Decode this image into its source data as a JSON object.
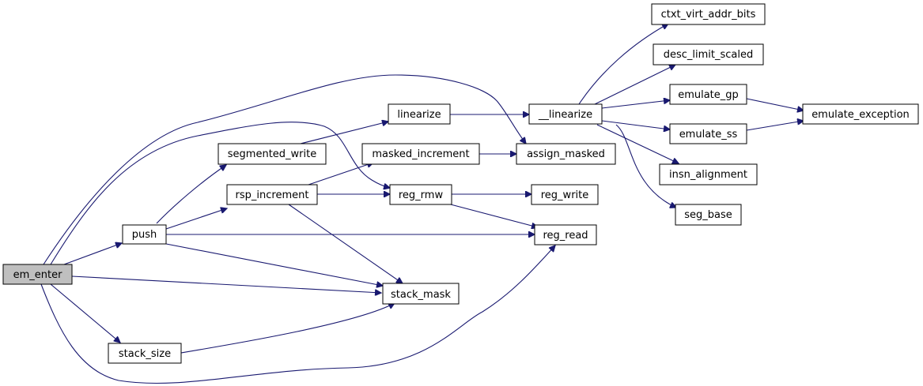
{
  "diagram": {
    "nodes": {
      "em_enter": "em_enter",
      "push": "push",
      "stack_size": "stack_size",
      "segmented_write": "segmented_write",
      "rsp_increment": "rsp_increment",
      "stack_mask": "stack_mask",
      "linearize": "linearize",
      "masked_increment": "masked_increment",
      "reg_rmw": "reg_rmw",
      "__linearize": "__linearize",
      "assign_masked": "assign_masked",
      "reg_write": "reg_write",
      "reg_read": "reg_read",
      "ctxt_virt_addr_bits": "ctxt_virt_addr_bits",
      "desc_limit_scaled": "desc_limit_scaled",
      "emulate_gp": "emulate_gp",
      "emulate_ss": "emulate_ss",
      "insn_alignment": "insn_alignment",
      "seg_base": "seg_base",
      "emulate_exception": "emulate_exception"
    },
    "edges": [
      [
        "em_enter",
        "push"
      ],
      [
        "em_enter",
        "stack_mask"
      ],
      [
        "em_enter",
        "stack_size"
      ],
      [
        "em_enter",
        "assign_masked"
      ],
      [
        "em_enter",
        "reg_rmw"
      ],
      [
        "em_enter",
        "reg_read"
      ],
      [
        "push",
        "segmented_write"
      ],
      [
        "push",
        "rsp_increment"
      ],
      [
        "push",
        "reg_read"
      ],
      [
        "push",
        "stack_mask"
      ],
      [
        "stack_size",
        "stack_mask"
      ],
      [
        "segmented_write",
        "linearize"
      ],
      [
        "rsp_increment",
        "masked_increment"
      ],
      [
        "rsp_increment",
        "reg_rmw"
      ],
      [
        "rsp_increment",
        "stack_mask"
      ],
      [
        "linearize",
        "__linearize"
      ],
      [
        "masked_increment",
        "assign_masked"
      ],
      [
        "reg_rmw",
        "reg_write"
      ],
      [
        "reg_rmw",
        "reg_read"
      ],
      [
        "__linearize",
        "ctxt_virt_addr_bits"
      ],
      [
        "__linearize",
        "desc_limit_scaled"
      ],
      [
        "__linearize",
        "emulate_gp"
      ],
      [
        "__linearize",
        "emulate_ss"
      ],
      [
        "__linearize",
        "insn_alignment"
      ],
      [
        "__linearize",
        "seg_base"
      ],
      [
        "emulate_gp",
        "emulate_exception"
      ],
      [
        "emulate_ss",
        "emulate_exception"
      ]
    ],
    "highlighted_node": "em_enter",
    "colors": {
      "edge": "#191970",
      "node_border": "#000000",
      "root_fill": "#bfbfbf",
      "node_fill": "#ffffff"
    }
  }
}
